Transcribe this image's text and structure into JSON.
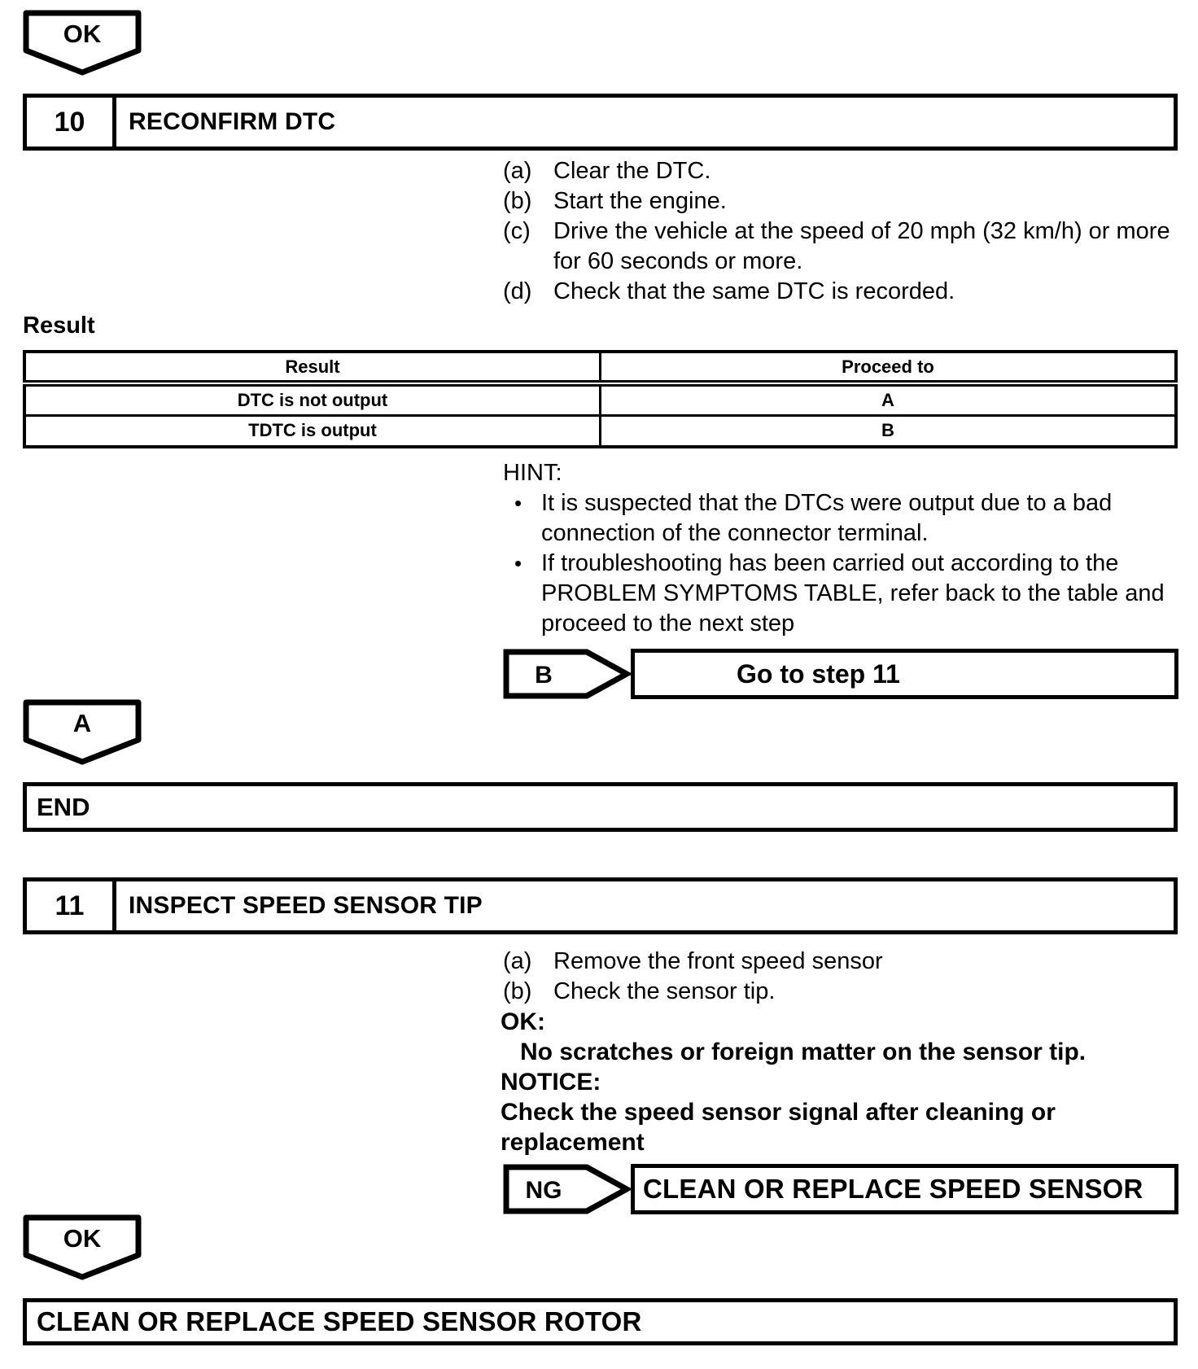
{
  "colors": {
    "ink": "#000000",
    "paper": "#ffffff"
  },
  "flow": {
    "connector_ok_top": {
      "label": "OK"
    },
    "step10": {
      "number": "10",
      "title": "RECONFIRM DTC"
    },
    "step10_items": [
      {
        "marker": "(a)",
        "text": "Clear the DTC."
      },
      {
        "marker": "(b)",
        "text": "Start the engine."
      },
      {
        "marker": "(c)",
        "text": "Drive the vehicle at the speed of 20 mph (32 km/h) or more for 60 seconds or more."
      },
      {
        "marker": "(d)",
        "text": "Check that the same DTC is recorded."
      }
    ],
    "result_heading": "Result",
    "result_table": {
      "headers": [
        "Result",
        "Proceed to"
      ],
      "rows": [
        [
          "DTC is not output",
          "A"
        ],
        [
          "TDTC is output",
          "B"
        ]
      ]
    },
    "hint_label": "HINT:",
    "hint_bullets": [
      {
        "dot": "•",
        "text": "It is suspected that the DTCs were output due to a bad connection of the connector terminal."
      },
      {
        "dot": "•",
        "text": "If troubleshooting has been carried out according to the PROBLEM SYMPTOMS TABLE, refer back to the table and proceed to the next step"
      }
    ],
    "branch_b": {
      "label": "B",
      "action": "Go to step 11"
    },
    "connector_a": {
      "label": "A"
    },
    "end_box": {
      "label": "END"
    },
    "step11": {
      "number": "11",
      "title": "INSPECT SPEED SENSOR TIP"
    },
    "step11_items": [
      {
        "marker": "(a)",
        "text": "Remove the front speed sensor"
      },
      {
        "marker": "(b)",
        "text": "Check the sensor tip."
      }
    ],
    "ok_section": {
      "label": "OK:",
      "text": "No scratches or foreign matter on the sensor tip."
    },
    "notice_section": {
      "label": "NOTICE:",
      "text": "Check the speed sensor signal after cleaning or replacement"
    },
    "branch_ng": {
      "label": "NG",
      "action": "CLEAN OR REPLACE SPEED SENSOR"
    },
    "connector_ok_bottom": {
      "label": "OK"
    },
    "final_box": {
      "label": "CLEAN OR REPLACE SPEED SENSOR ROTOR"
    }
  }
}
